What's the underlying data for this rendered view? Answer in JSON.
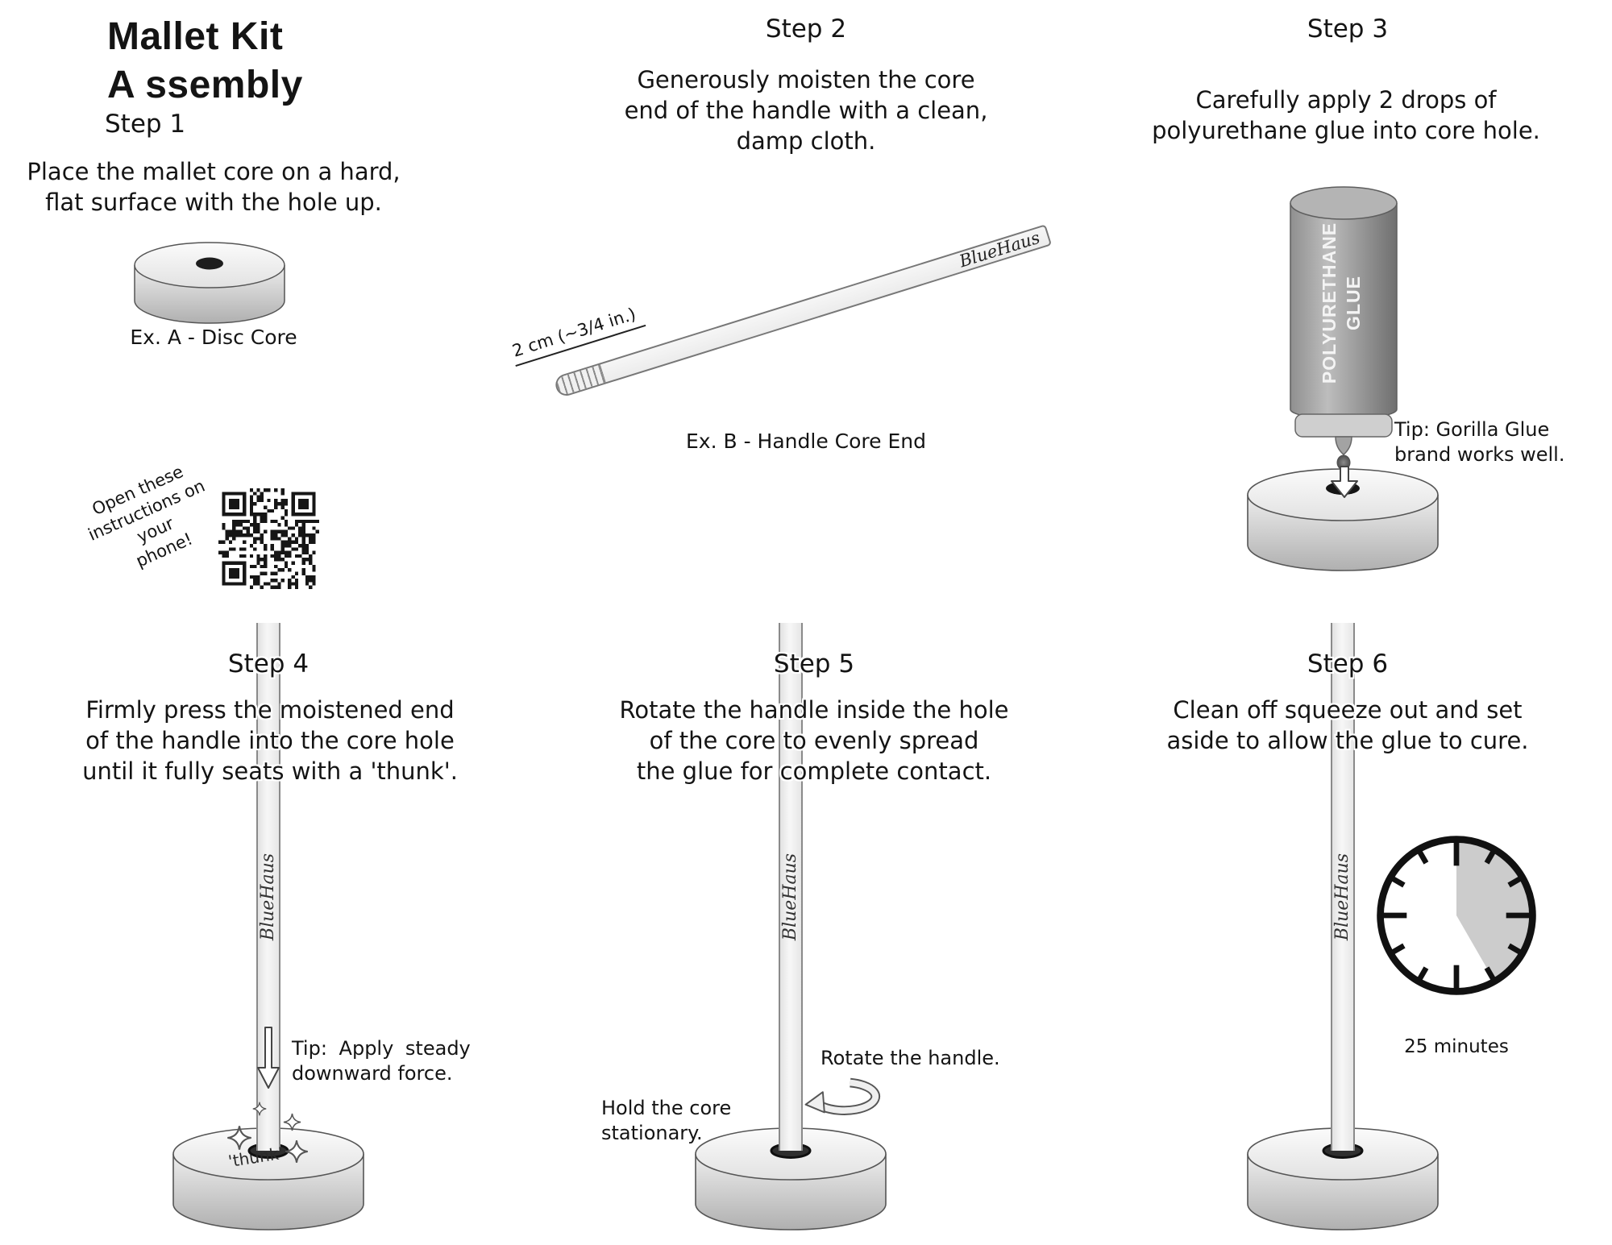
{
  "header": {
    "title_lines": [
      "Mallet Kit",
      "A ssembly"
    ]
  },
  "brand_name": "BlueHaus",
  "steps": {
    "s1": {
      "title": "Step 1",
      "desc_lines": [
        "Place the mallet core on a hard,",
        "flat surface with the hole up."
      ],
      "caption": "Ex. A - Disc Core",
      "qr_note_lines": [
        "Open these",
        "instructions on your",
        "phone!"
      ]
    },
    "s2": {
      "title": "Step 2",
      "desc_lines": [
        "Generously moisten the core",
        "end of the handle with a clean,",
        "damp cloth."
      ],
      "caption": "Ex. B - Handle Core End",
      "measure_label": "2 cm (~3/4 in.)"
    },
    "s3": {
      "title": "Step 3",
      "desc_lines": [
        "Carefully apply 2 drops of",
        "polyurethane glue into core hole."
      ],
      "bottle_label_lines": [
        "POLYURETHANE",
        "GLUE"
      ],
      "tip_lines": [
        "Tip: Gorilla Glue",
        "brand works well."
      ]
    },
    "s4": {
      "title": "Step 4",
      "desc_lines": [
        "Firmly press the moistened end",
        "of the handle into the core hole",
        "until it fully seats with a 'thunk'."
      ],
      "tip_lines": [
        "Tip: Apply steady",
        "downward force."
      ],
      "sound_label": "'thunk'"
    },
    "s5": {
      "title": "Step 5",
      "desc_lines": [
        "Rotate the handle inside the hole",
        "of the core to evenly spread",
        "the glue for complete contact."
      ],
      "rotate_label": "Rotate the handle.",
      "hold_label_lines": [
        "Hold the core",
        "stationary."
      ]
    },
    "s6": {
      "title": "Step 6",
      "desc_lines": [
        "Clean off squeeze out and set",
        "aside to allow the glue to cure."
      ],
      "duration_label": "25 minutes",
      "clock_minutes": 25,
      "clock_total_minutes": 60
    }
  },
  "colors": {
    "background": "#ffffff",
    "ink": "#141414",
    "disc_light": "#fbfbfb",
    "disc_dark": "#b0b0b0",
    "bottle_dark": "#6f6f6f",
    "bottle_light": "#bdbdbd",
    "bottle_text": "#f4f4f4",
    "clock_sector": "#cccccc"
  }
}
